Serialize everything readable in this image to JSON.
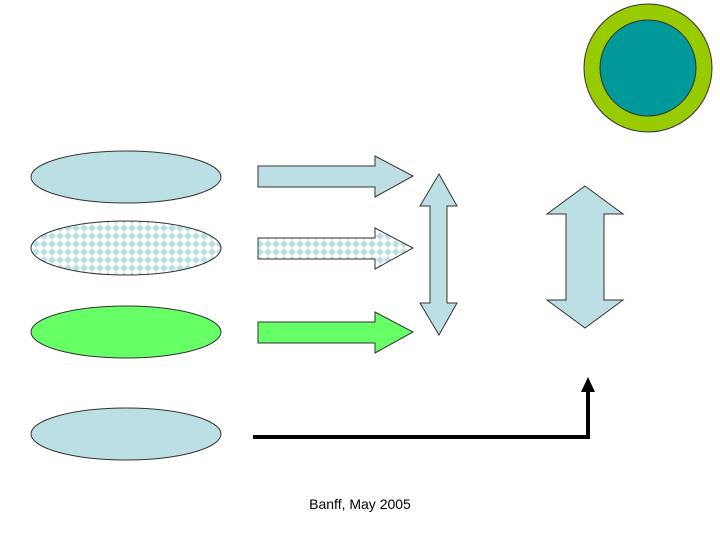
{
  "footer": {
    "text": "Banff, May 2005"
  },
  "colors": {
    "light_blue": "#bcdfe4",
    "green": "#66ff66",
    "outline": "#333333",
    "ring_outer": "#99cc00",
    "ring_inner": "#009999",
    "connector": "#000000",
    "checker": "#bcdfe4"
  },
  "shapes": {
    "ellipses": [
      {
        "id": "ellipse-solid-blue",
        "fill": "solid",
        "color": "light_blue"
      },
      {
        "id": "ellipse-checkered",
        "fill": "checkered",
        "color": "light_blue"
      },
      {
        "id": "ellipse-green",
        "fill": "solid",
        "color": "green"
      },
      {
        "id": "ellipse-bottom-blue",
        "fill": "solid",
        "color": "light_blue"
      }
    ],
    "right_arrows": [
      {
        "id": "arrow-solid-blue",
        "fill": "solid",
        "color": "light_blue"
      },
      {
        "id": "arrow-checkered",
        "fill": "checkered",
        "color": "light_blue"
      },
      {
        "id": "arrow-green",
        "fill": "solid",
        "color": "green"
      }
    ],
    "double_arrows": [
      {
        "id": "double-arrow-narrow",
        "direction": "vertical"
      },
      {
        "id": "double-arrow-wide",
        "direction": "vertical"
      }
    ],
    "ring": {
      "id": "ring-circle"
    },
    "connector": {
      "id": "elbow-connector-arrow"
    }
  }
}
